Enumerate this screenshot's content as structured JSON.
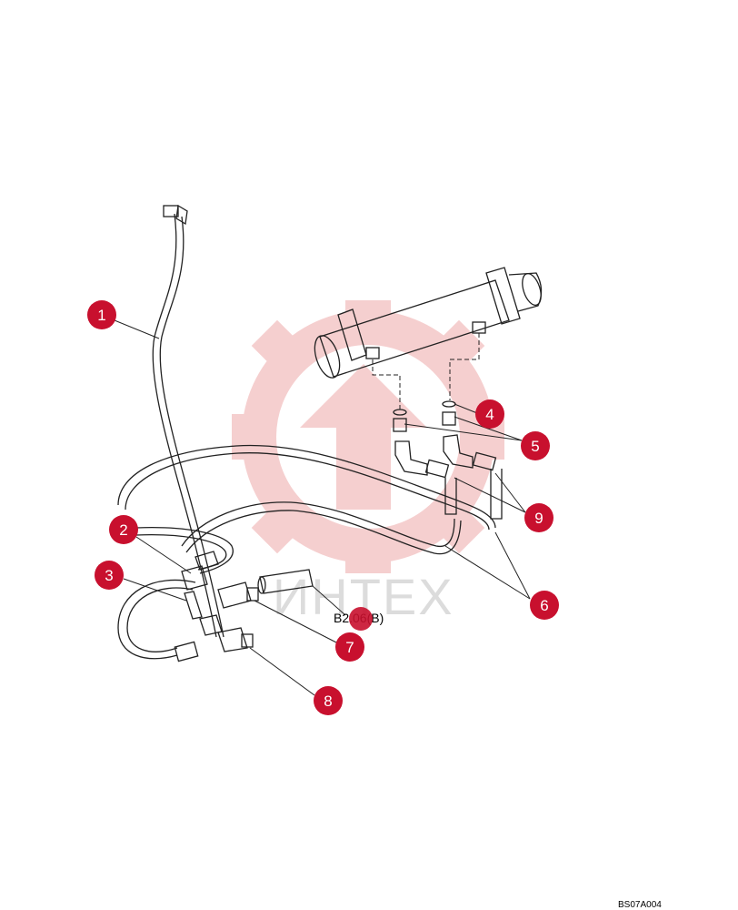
{
  "diagram": {
    "reference_label": "B2.06(B)",
    "drawing_code": "BS07A004",
    "watermark_text": "ИНТЕХ",
    "callout_color": "#c8102e",
    "watermark_color": "#f4c7c7",
    "callouts": [
      {
        "id": "1",
        "label": "1"
      },
      {
        "id": "2",
        "label": "2"
      },
      {
        "id": "3",
        "label": "3"
      },
      {
        "id": "4",
        "label": "4"
      },
      {
        "id": "5",
        "label": "5"
      },
      {
        "id": "6",
        "label": "6"
      },
      {
        "id": "7",
        "label": "7"
      },
      {
        "id": "8",
        "label": "8"
      },
      {
        "id": "9",
        "label": "9"
      }
    ]
  }
}
